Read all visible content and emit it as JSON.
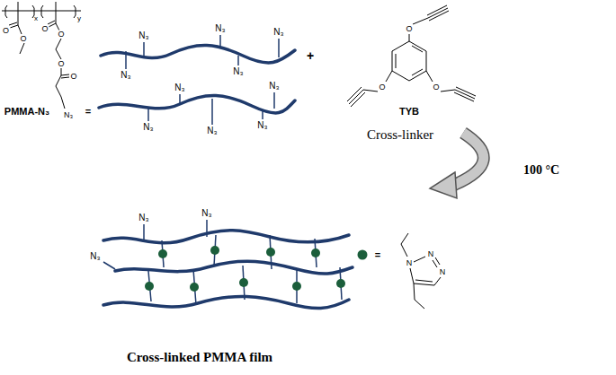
{
  "diagram": {
    "labels": [
      "x",
      "y",
      "O",
      "O",
      "O",
      "O",
      "O",
      "O",
      "N₃",
      "PMMA-N₃",
      "=",
      "N₃",
      "N₃",
      "N₃",
      "N₃",
      "N₃",
      "N₃",
      "N₃",
      "N₃",
      "N₃",
      "N₃",
      "+",
      "O",
      "O",
      "O",
      "TYB",
      "Cross-linker",
      "100 °C",
      "N₃",
      "N₃",
      "N₃",
      "=",
      "N",
      "N",
      "N",
      "Cross-linked PMMA film"
    ]
  }
}
